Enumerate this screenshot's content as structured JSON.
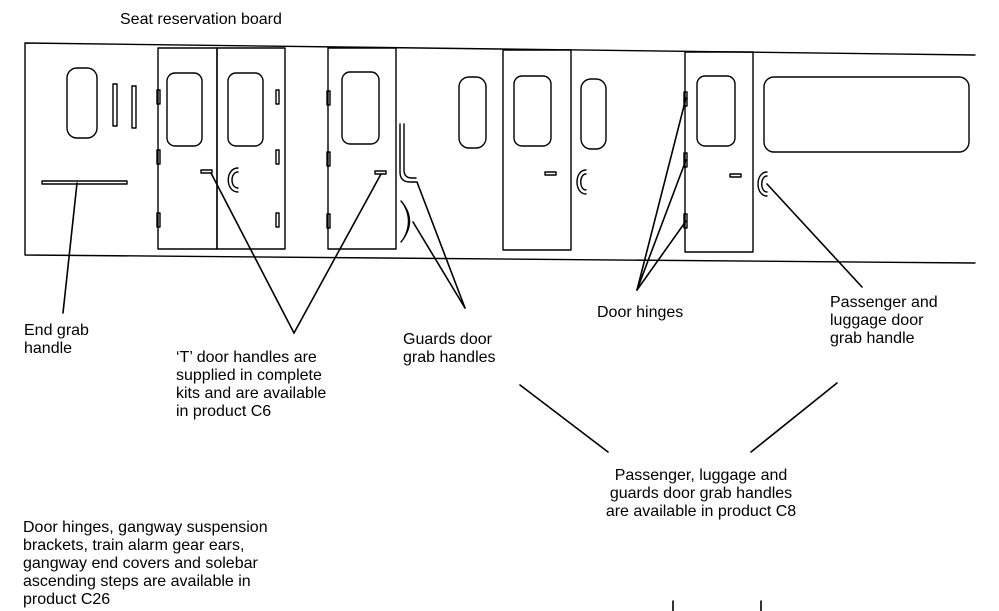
{
  "labels": {
    "seat_reservation_board": "Seat reservation board",
    "end_grab_handle": [
      "End grab",
      "handle"
    ],
    "t_door_handles": [
      "‘T’ door handles are",
      "supplied in complete",
      "kits and are available",
      "in product C6"
    ],
    "guards_door_grab_handles": [
      "Guards door",
      "grab handles"
    ],
    "door_hinges": "Door hinges",
    "passenger_luggage_door_grab_handle": [
      "Passenger and",
      "luggage door",
      "grab handle"
    ],
    "product_c8_note": [
      "Passenger, luggage and",
      "guards door grab handles",
      "are available in product C8"
    ],
    "product_c26_note": [
      "Door hinges, gangway suspension",
      "brackets, train alarm gear ears,",
      "gangway end covers and solebar",
      "ascending steps are available in",
      "product C26"
    ]
  }
}
